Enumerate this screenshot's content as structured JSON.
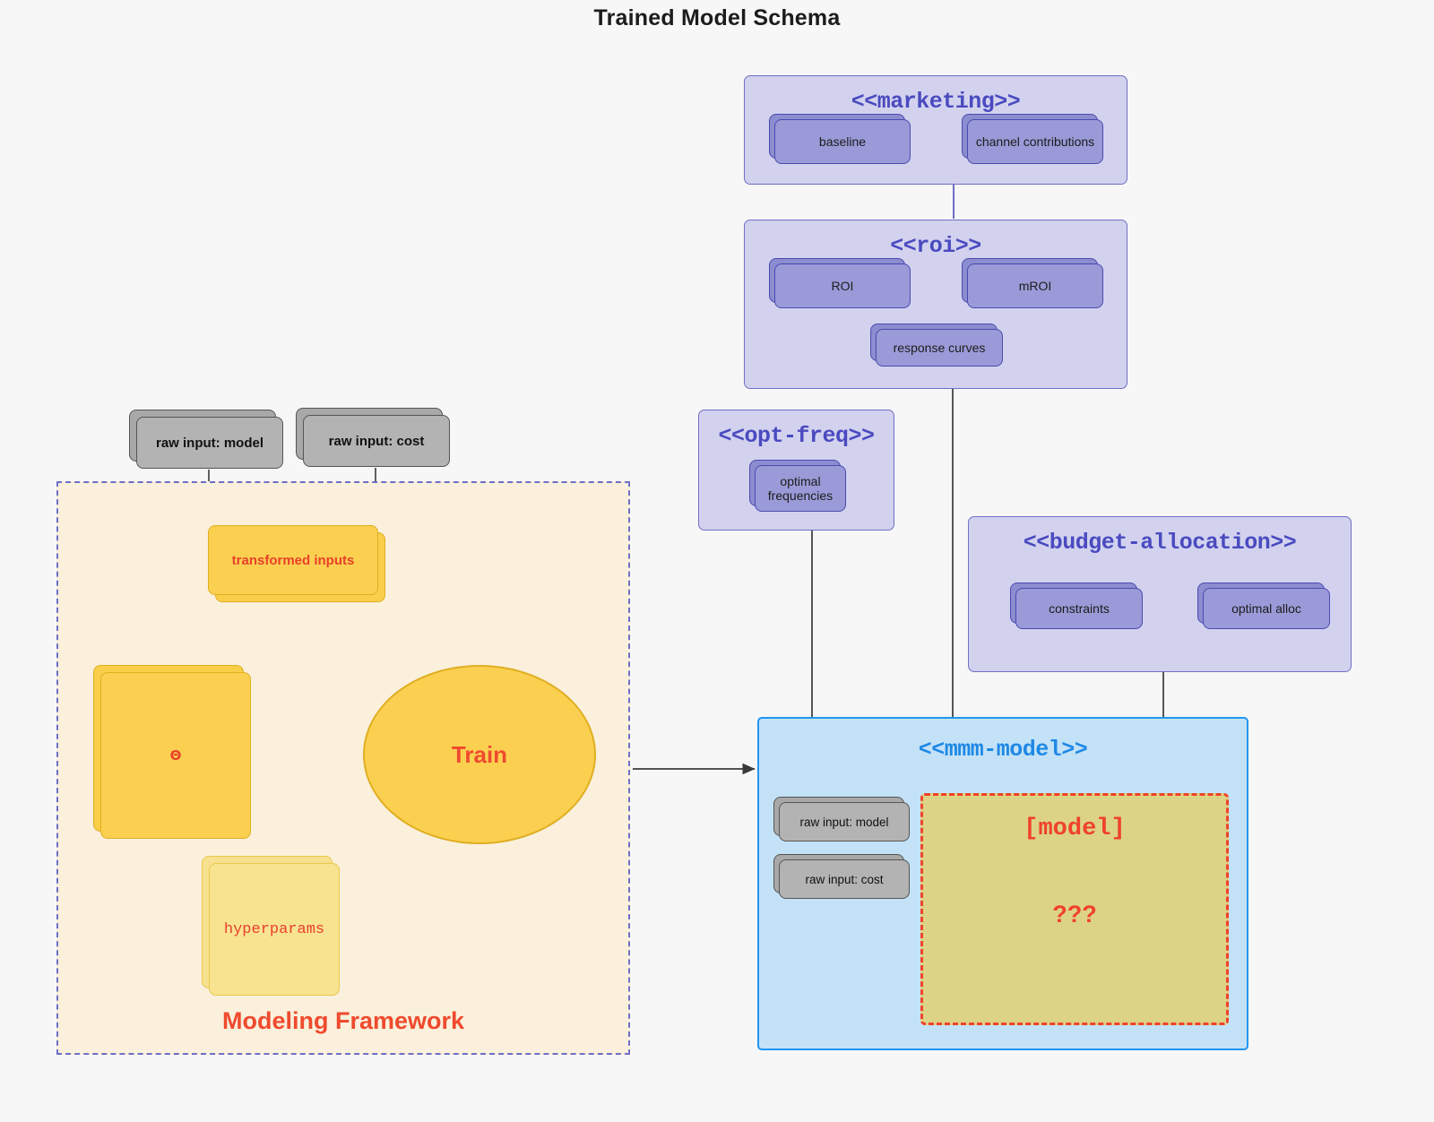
{
  "page": {
    "title": "Trained Model Schema",
    "background": "#f7f7f7"
  },
  "colors": {
    "package_fill": "#d2d2ef",
    "package_stroke": "#6f6fc6",
    "package_title": "#4a4ac0",
    "node_purple": "#9a9ad8",
    "node_grey": "#b3b3b3",
    "node_yellow": "#fbd051",
    "node_yellow_light": "#f8e391",
    "accent_red": "#ef4a2e",
    "model_fill": "#ddd387",
    "mmm_fill": "#c3e2f7",
    "mmm_stroke": "#2196f3",
    "framework_fill": "#faf0dc"
  },
  "framework": {
    "label": "Modeling Framework",
    "nodes": {
      "transformed_inputs": "transformed inputs",
      "theta": "Θ",
      "hyperparams": "hyperparams",
      "train": "Train"
    }
  },
  "raw_inputs": [
    {
      "label": "raw input: model"
    },
    {
      "label": "raw input: cost"
    }
  ],
  "packages": [
    {
      "id": "marketing",
      "title": "<<marketing>>",
      "nodes": [
        {
          "label": "baseline"
        },
        {
          "label": "channel contributions"
        }
      ],
      "relation": "bidirectional"
    },
    {
      "id": "roi",
      "title": "<<roi>>",
      "nodes": [
        {
          "label": "ROI"
        },
        {
          "label": "mROI"
        },
        {
          "label": "response curves"
        }
      ],
      "relation": "bidirectional"
    },
    {
      "id": "opt-freq",
      "title": "<<opt-freq>>",
      "nodes": [
        {
          "label": "optimal\nfrequencies"
        }
      ]
    },
    {
      "id": "budget-allocation",
      "title": "<<budget-allocation>>",
      "nodes": [
        {
          "label": "constraints"
        },
        {
          "label": "optimal alloc"
        }
      ],
      "relation": "bidirectional"
    }
  ],
  "mmm_model": {
    "title": "<<mmm-model>>",
    "raw_inputs": [
      {
        "label": "raw input: model"
      },
      {
        "label": "raw input: cost"
      }
    ],
    "model_placeholder": {
      "name": "[model]",
      "unknown": "???"
    }
  }
}
